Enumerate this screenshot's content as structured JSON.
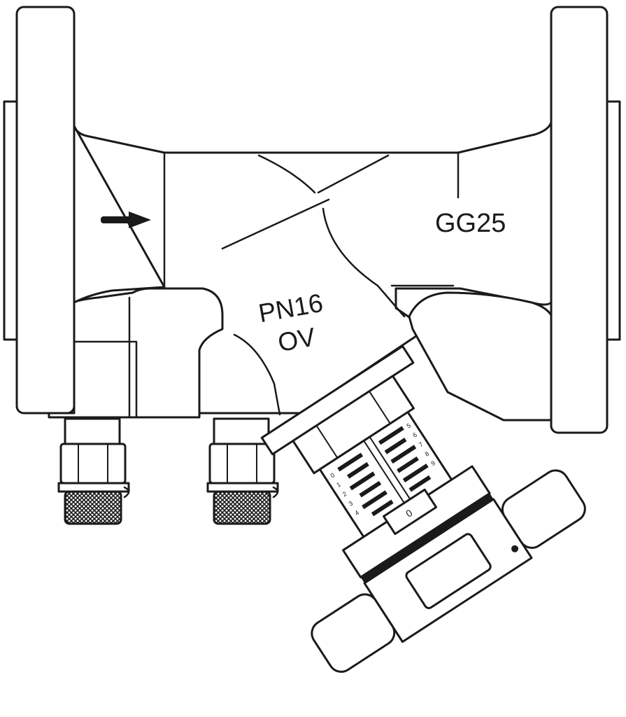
{
  "labels": {
    "material": "GG25",
    "pressure": "PN16",
    "model": "OV",
    "handwheel_zero": "0"
  },
  "scale_left": [
    "0",
    "1",
    "2",
    "3",
    "4"
  ],
  "scale_right": [
    "5",
    "6",
    "7",
    "8",
    "9"
  ],
  "colors": {
    "line": "#1a1a1a",
    "fill": "#ffffff"
  }
}
